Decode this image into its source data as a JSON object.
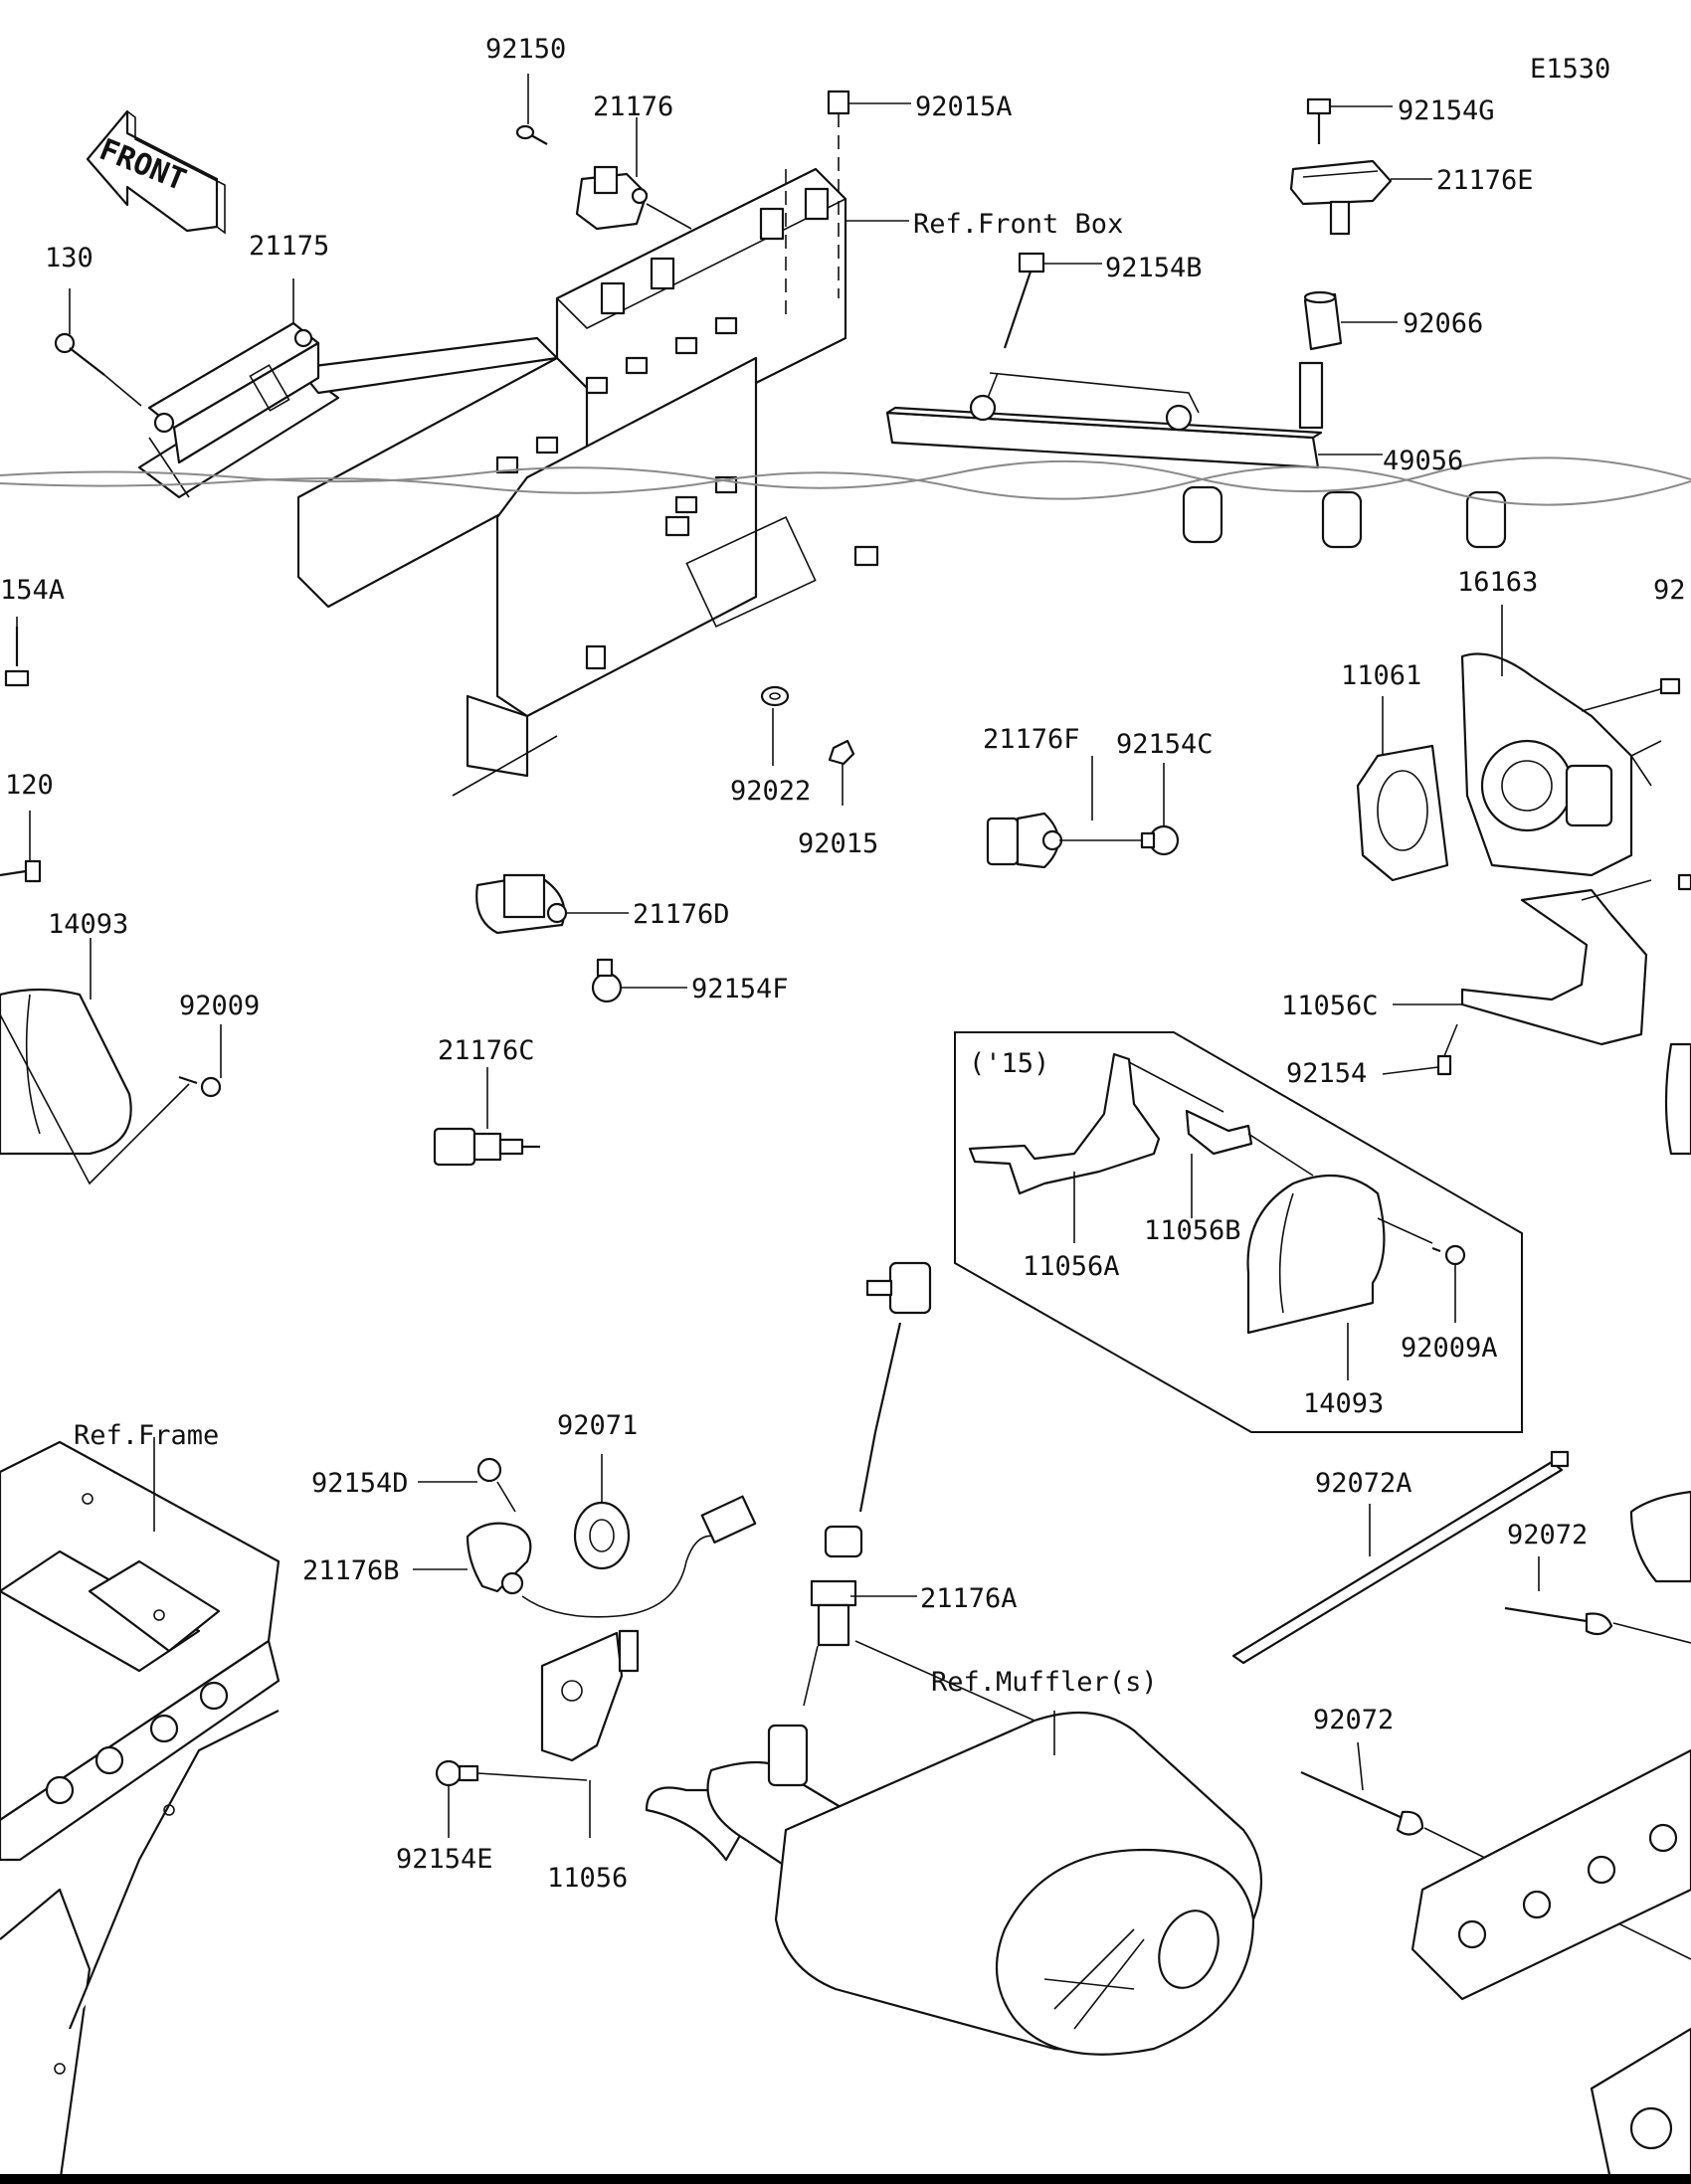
{
  "diagram": {
    "code": "E1530",
    "front_arrow": "FRONT",
    "bottom_bar_color": "#000000",
    "line_color": "#111111",
    "labels": {
      "p92150": "92150",
      "p21176": "21176",
      "p92015A": "92015A",
      "p92154G": "92154G",
      "p21176E": "21176E",
      "refFrontBox": "Ref.Front Box",
      "p92154B": "92154B",
      "p92066": "92066",
      "p130": "130",
      "p21175": "21175",
      "p49056": "49056",
      "p154A": "154A",
      "p16163": "16163",
      "p92edge": "92",
      "p11061": "11061",
      "p120": "120",
      "p92022": "92022",
      "p92015": "92015",
      "p21176F": "21176F",
      "p92154C": "92154C",
      "p21176D": "21176D",
      "p14093": "14093",
      "p92009": "92009",
      "p92154F": "92154F",
      "p11056C": "11056C",
      "p21176C": "21176C",
      "p92154": "92154",
      "year15": "('15)",
      "p11056B": "11056B",
      "p11056A": "11056A",
      "p92009A": "92009A",
      "p14093b": "14093",
      "refFrame": "Ref.Frame",
      "p92071": "92071",
      "p92154D": "92154D",
      "p92072A": "92072A",
      "p92072": "92072",
      "p21176B": "21176B",
      "p21176A": "21176A",
      "refMuffler": "Ref.Muffler(s)",
      "p92072b": "92072",
      "p92154E": "92154E",
      "p11056": "11056"
    }
  }
}
